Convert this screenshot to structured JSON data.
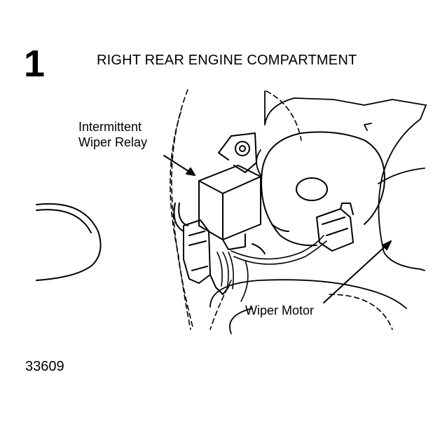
{
  "figure": {
    "number": "1",
    "title": "RIGHT REAR ENGINE COMPARTMENT",
    "code": "33609"
  },
  "labels": {
    "relay_line1": "Intermittent",
    "relay_line2": "Wiper Relay",
    "motor": "Wiper Motor"
  }
}
